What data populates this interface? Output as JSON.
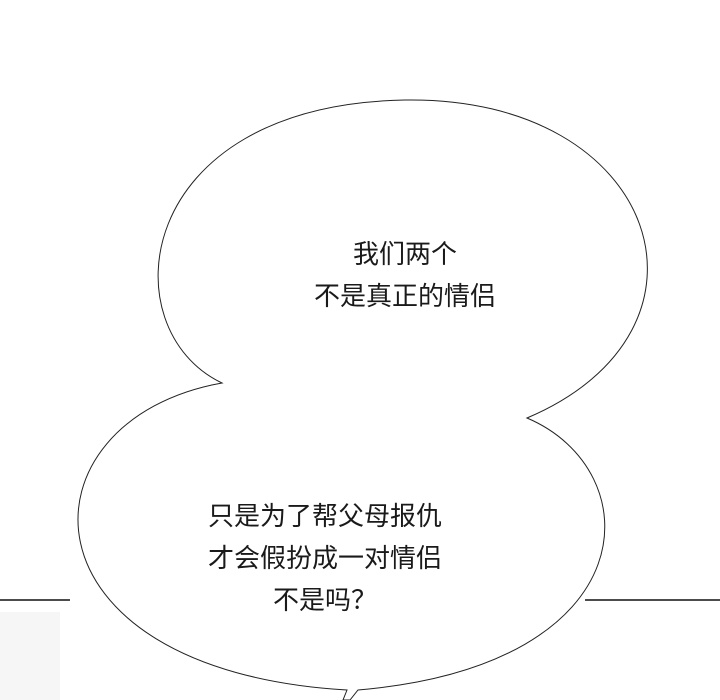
{
  "bubble_top": {
    "lines": [
      "我们两个",
      "不是真正的情侣"
    ]
  },
  "bubble_bottom": {
    "lines": [
      "只是为了帮父母报仇",
      "才会假扮成一对情侣",
      "不是吗？"
    ]
  },
  "colors": {
    "background": "#ffffff",
    "outline": "#222222",
    "text": "#1a1a1a"
  }
}
